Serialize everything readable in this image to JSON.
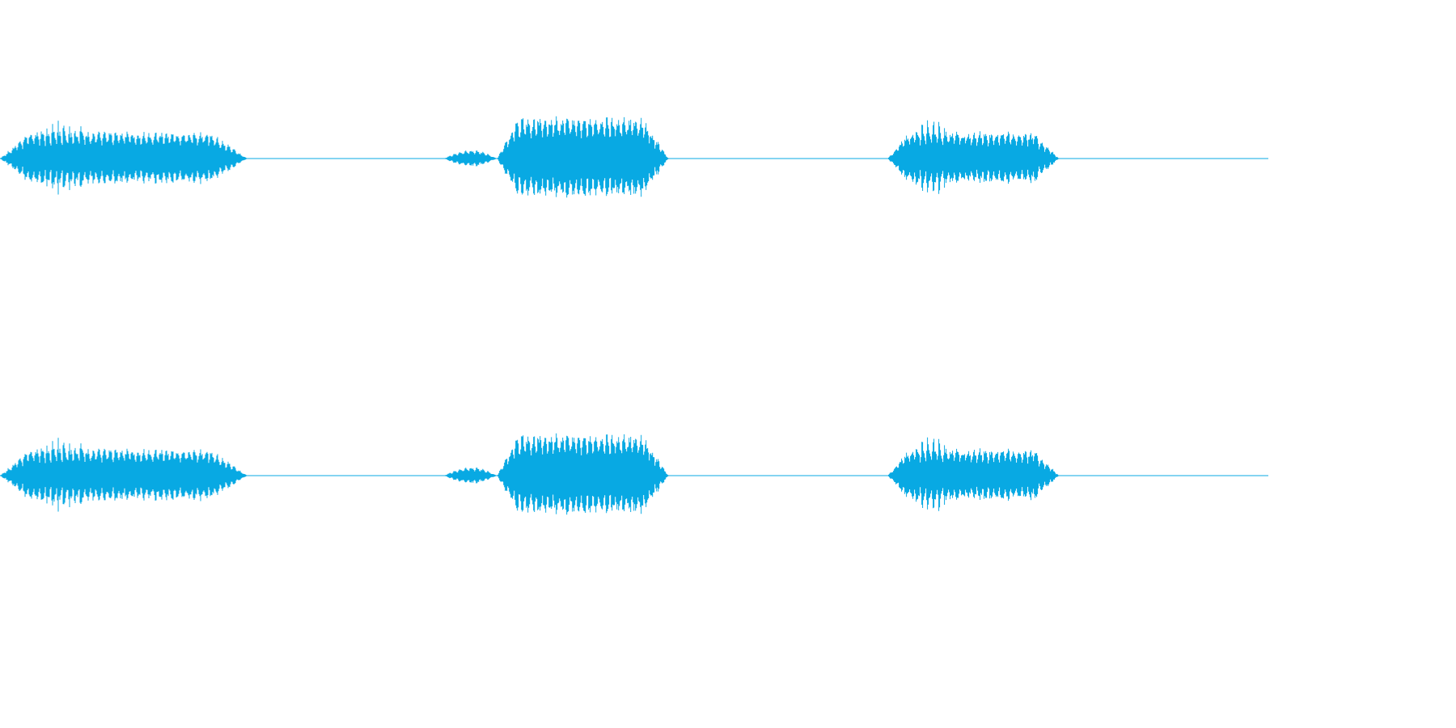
{
  "waveform": {
    "color": "#08a9e3",
    "background": "#ffffff",
    "channels": [
      {
        "name": "channel-1"
      },
      {
        "name": "channel-2"
      }
    ],
    "bursts": [
      {
        "start": 0.0,
        "end": 0.195,
        "peak": 0.55,
        "onset_peak": 0.95,
        "style": "syllable"
      },
      {
        "start": 0.35,
        "end": 0.392,
        "peak": 0.18,
        "onset_peak": 0.18,
        "style": "soft"
      },
      {
        "start": 0.392,
        "end": 0.527,
        "peak": 0.85,
        "onset_peak": 1.0,
        "style": "syllable"
      },
      {
        "start": 0.7,
        "end": 0.835,
        "peak": 0.55,
        "onset_peak": 1.0,
        "style": "syllable"
      }
    ]
  }
}
